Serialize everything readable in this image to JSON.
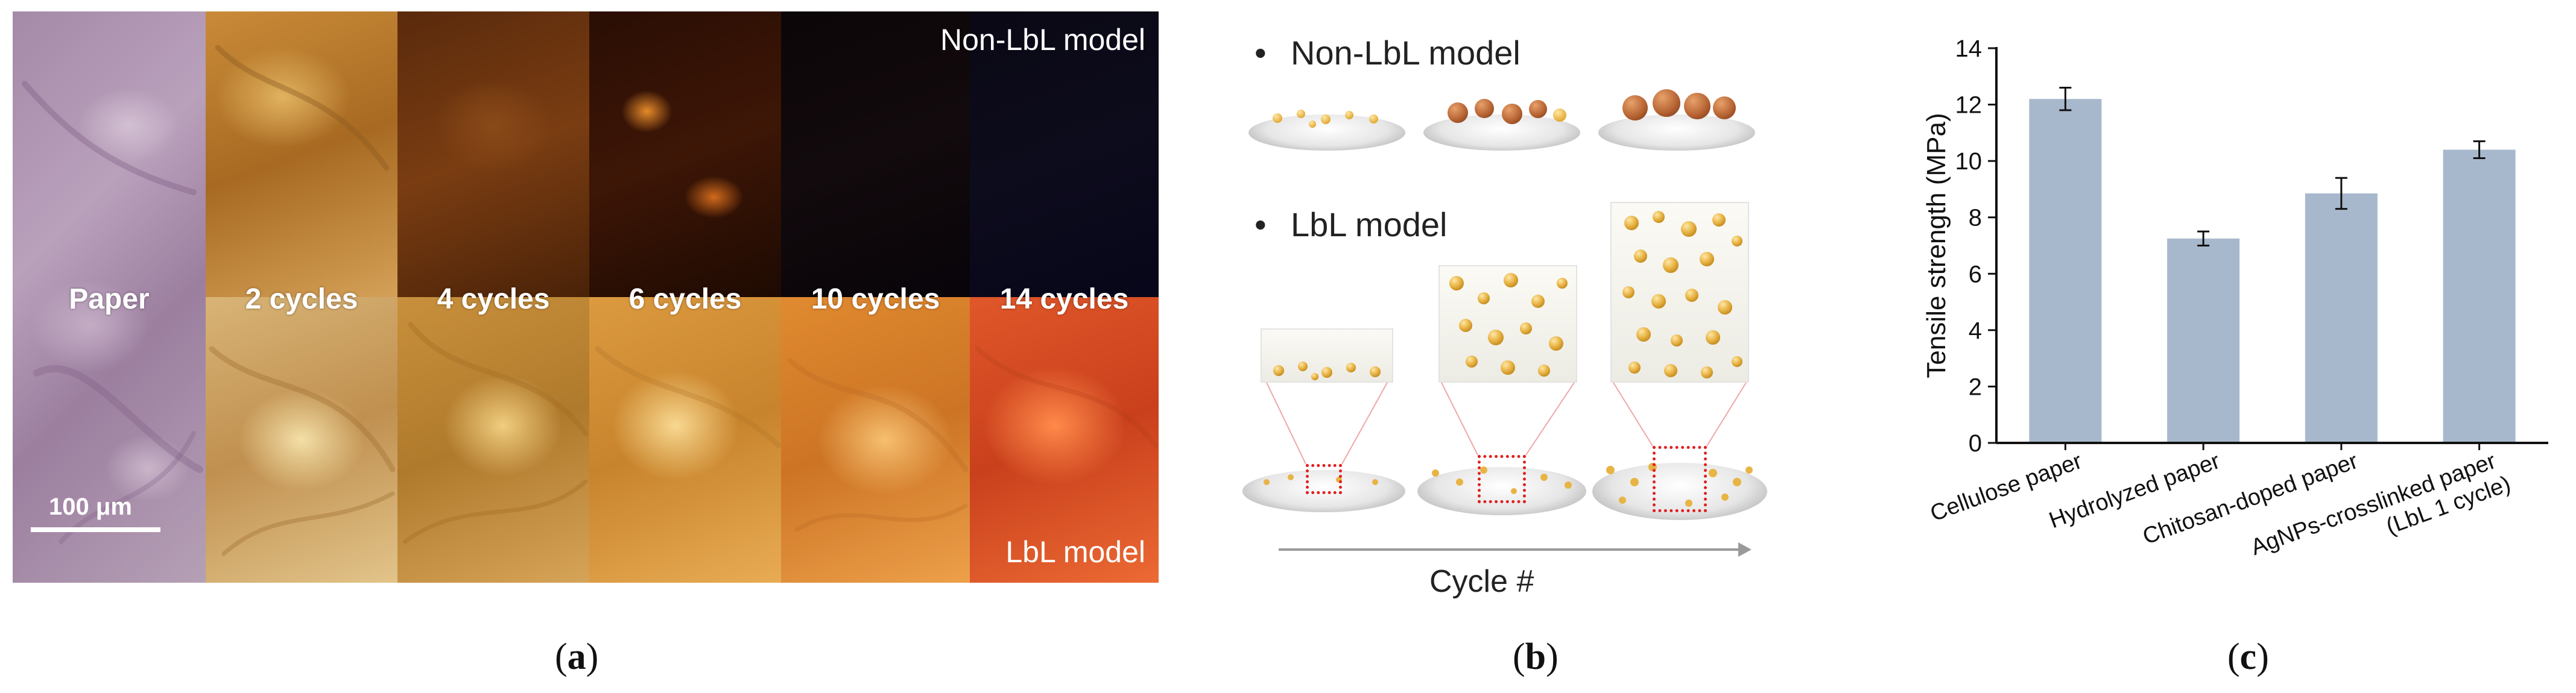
{
  "panel_a": {
    "labels": {
      "paper": "Paper",
      "c2": "2 cycles",
      "c4": "4 cycles",
      "c6": "6 cycles",
      "c10": "10 cycles",
      "c14": "14 cycles"
    },
    "non_lbl_model": "Non-LbL model",
    "lbl_model": "LbL model",
    "scale_bar": "100 μm"
  },
  "panel_b": {
    "bullet_glyph": "•",
    "non_lbl_model": "Non-LbL model",
    "lbl_model": "LbL model",
    "cycle_axis": "Cycle #"
  },
  "panel_letters": {
    "a_open": "(",
    "a": "a",
    "a_close": ")",
    "b_open": "(",
    "b": "b",
    "b_close": ")",
    "c_open": "(",
    "c": "c",
    "c_close": ")"
  },
  "chart_data": {
    "type": "bar",
    "categories": [
      [
        "Cellulose paper"
      ],
      [
        "Hydrolyzed paper"
      ],
      [
        "Chitosan-doped paper"
      ],
      [
        "AgNPs-crosslinked paper",
        "(LbL 1 cycle)"
      ]
    ],
    "values": [
      12.2,
      7.25,
      8.85,
      10.4
    ],
    "errors": [
      0.4,
      0.25,
      0.55,
      0.3
    ],
    "ylabel": "Tensile strength (MPa)",
    "ylim": [
      0,
      14
    ],
    "yticks": [
      0,
      2,
      4,
      6,
      8,
      10,
      12,
      14
    ],
    "grid": false,
    "legend": false,
    "bar_color": "#a8b8cc",
    "axis_color": "#111111"
  }
}
